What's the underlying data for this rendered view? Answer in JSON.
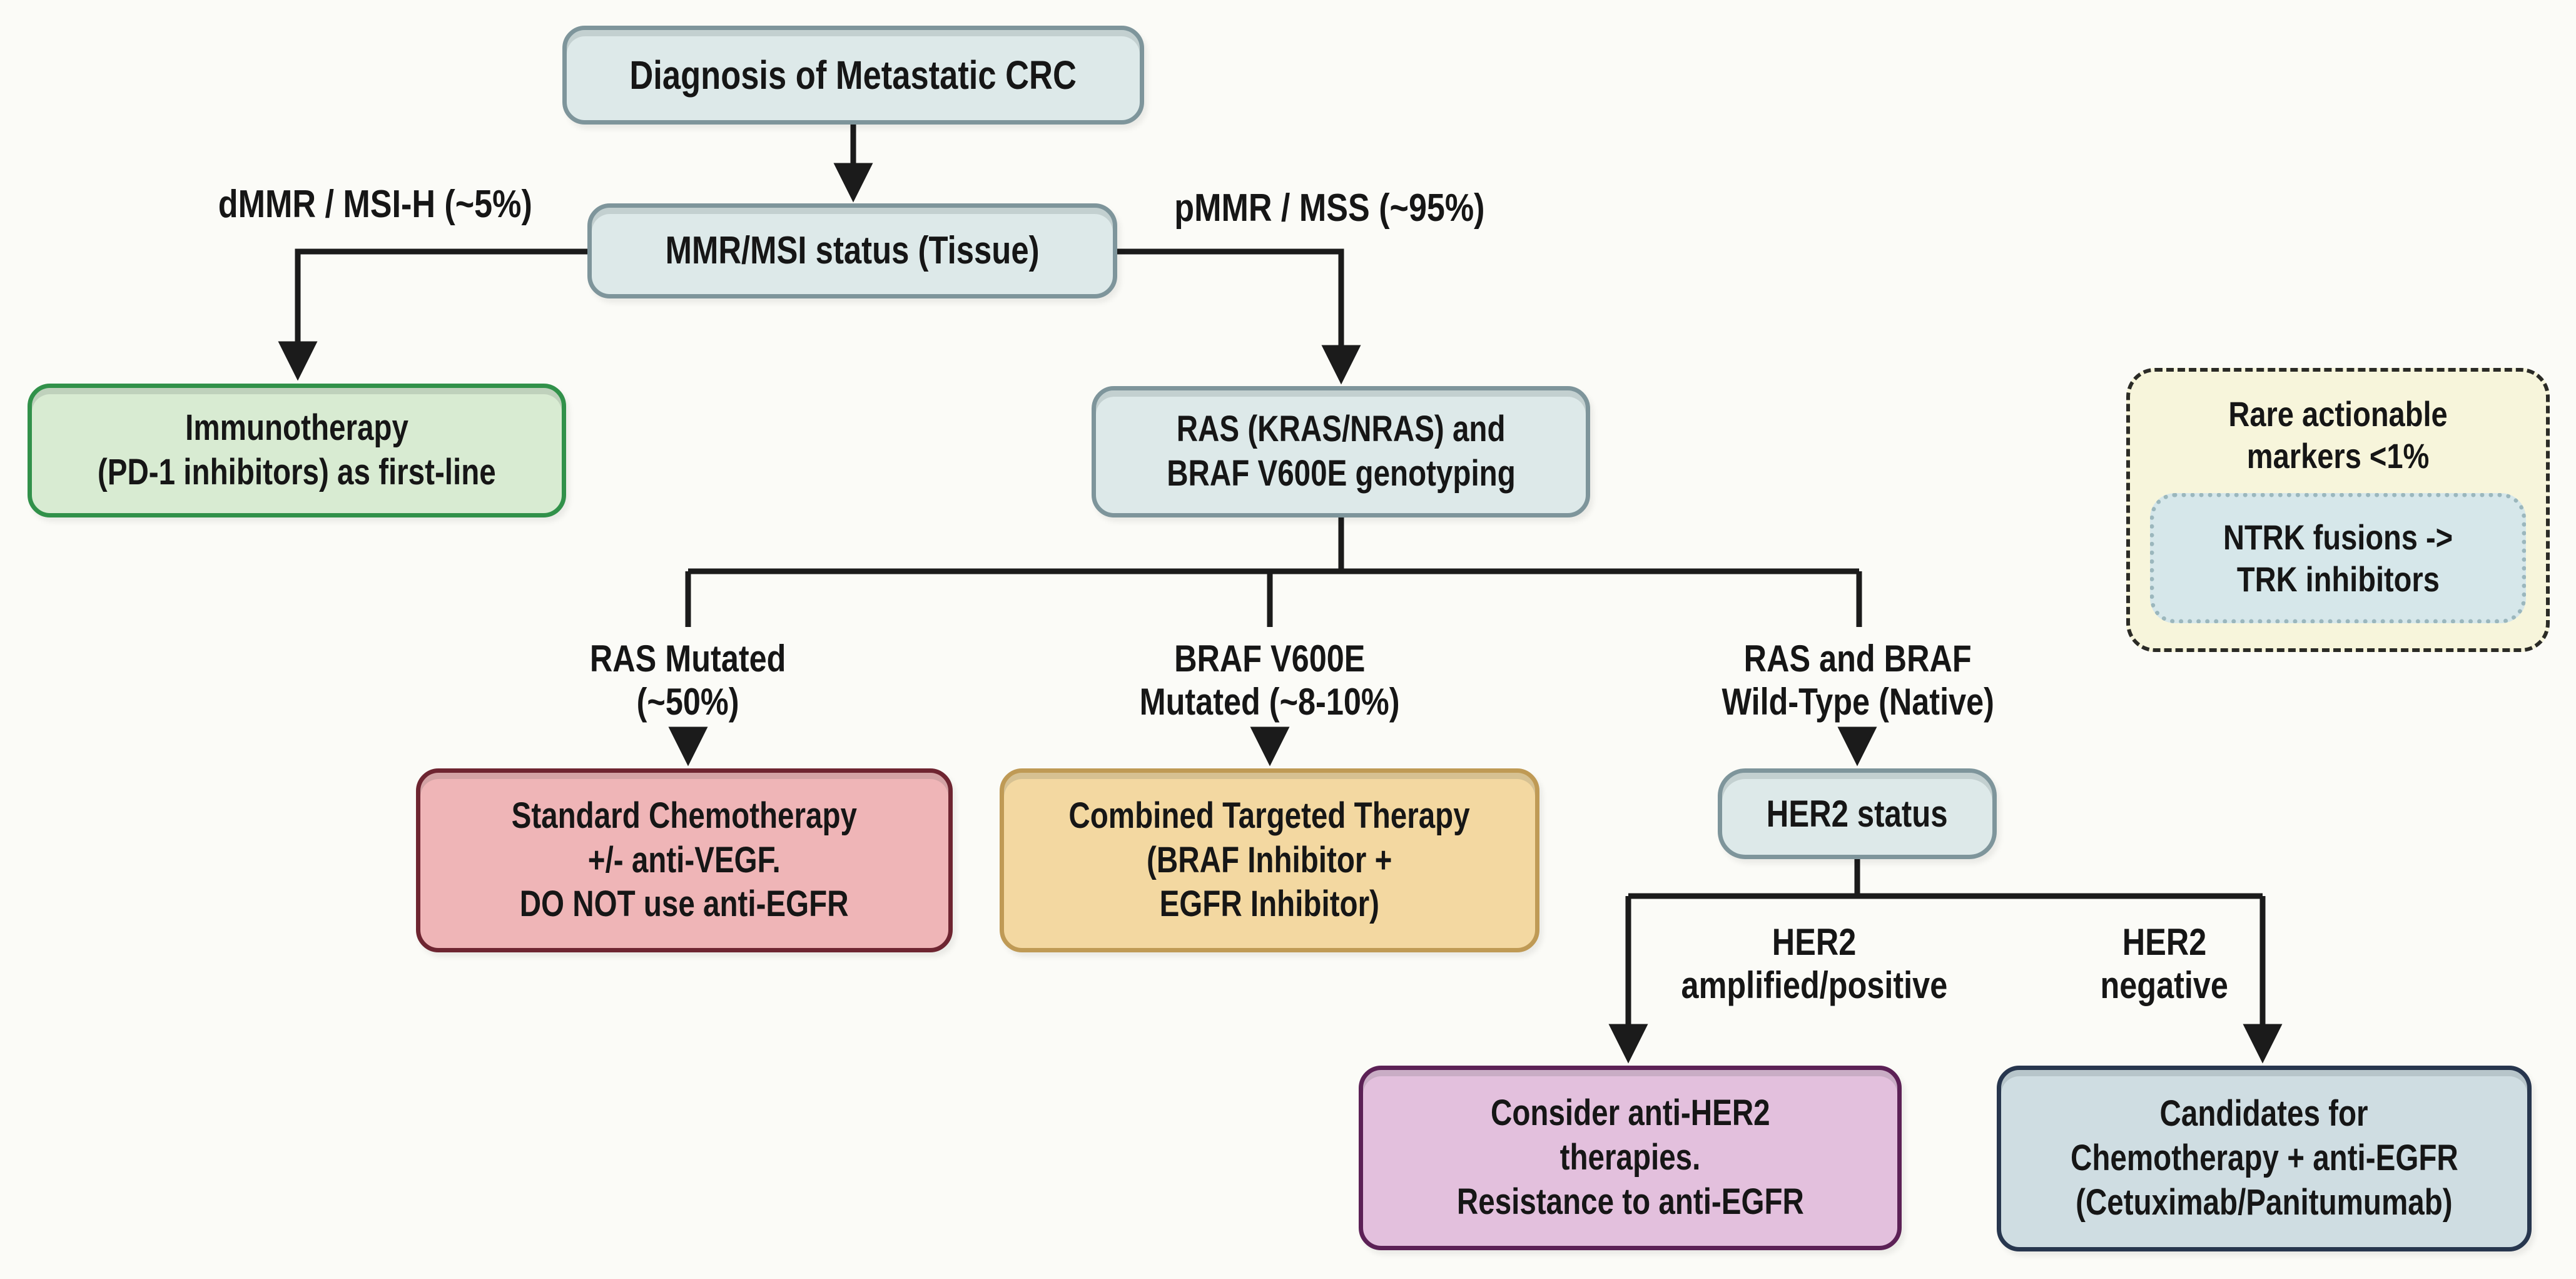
{
  "palette": {
    "background": "#fbfbf7",
    "line_color": "#1b1b1b",
    "teal_fill": "#dde9e9",
    "teal_border": "#7e959b",
    "green_fill": "#d8ebd2",
    "green_border": "#31914a",
    "red_fill": "#efb5b7",
    "red_border": "#6e2531",
    "orange_fill": "#f3d8a1",
    "orange_border": "#bf9a55",
    "purple_fill": "#e3c0dd",
    "purple_border": "#5c2156",
    "slate_fill": "#cfdde2",
    "slate_border": "#27364e",
    "cream_fill": "#f7f5db",
    "cream_border": "#2b2b26",
    "ntrk_fill": "#d6e7ea",
    "ntrk_border": "#9bb7bd"
  },
  "nodes": {
    "diagnosis": {
      "lines": [
        "Diagnosis of Metastatic CRC"
      ]
    },
    "mmr_status": {
      "lines": [
        "MMR/MSI status (Tissue)"
      ]
    },
    "immunotherapy": {
      "lines": [
        "Immunotherapy",
        "(PD-1 inhibitors) as first-line"
      ]
    },
    "genotyping": {
      "lines": [
        "RAS (KRAS/NRAS) and",
        "BRAF V600E genotyping"
      ]
    },
    "rare_markers": {
      "lines": [
        "Rare actionable",
        "markers <1%"
      ]
    },
    "ntrk": {
      "lines": [
        "NTRK fusions ->",
        "TRK inhibitors"
      ]
    },
    "chemo_vegf": {
      "lines": [
        "Standard Chemotherapy",
        "+/- anti-VEGF.",
        "DO NOT use anti-EGFR"
      ]
    },
    "combined_targeted": {
      "lines": [
        "Combined Targeted Therapy",
        "(BRAF Inhibitor +",
        "EGFR Inhibitor)"
      ]
    },
    "her2_status": {
      "lines": [
        "HER2 status"
      ]
    },
    "anti_her2": {
      "lines": [
        "Consider anti-HER2",
        "therapies.",
        "Resistance to anti-EGFR"
      ]
    },
    "chemo_egfr": {
      "lines": [
        "Candidates for",
        "Chemotherapy + anti-EGFR",
        "(Cetuximab/Panitumumab)"
      ]
    }
  },
  "edge_labels": {
    "dmmr": {
      "lines": [
        "dMMR / MSI-H (~5%)"
      ]
    },
    "pmmr": {
      "lines": [
        "pMMR / MSS (~95%)"
      ]
    },
    "ras_mutated": {
      "lines": [
        "RAS Mutated",
        "(~50%)"
      ]
    },
    "braf_mutated": {
      "lines": [
        "BRAF V600E",
        "Mutated (~8-10%)"
      ]
    },
    "wild_type": {
      "lines": [
        "RAS and BRAF",
        "Wild-Type (Native)"
      ]
    },
    "her2_positive": {
      "lines": [
        "HER2",
        "amplified/positive"
      ]
    },
    "her2_negative": {
      "lines": [
        "HER2",
        "negative"
      ]
    }
  }
}
